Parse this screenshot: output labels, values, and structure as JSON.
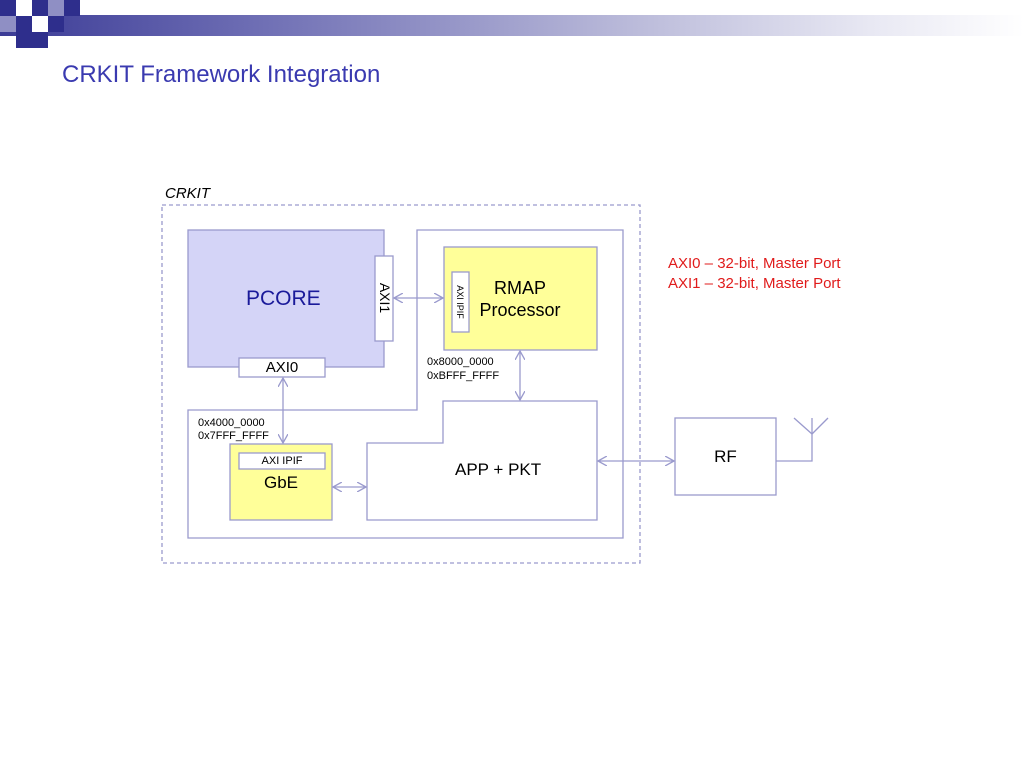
{
  "slide": {
    "title": "CRKIT Framework Integration"
  },
  "diagram": {
    "crkit_label": "CRKIT",
    "pcore_label": "PCORE",
    "axi0_label": "AXI0",
    "axi1_label": "AXI1",
    "rmap_label_line1": "RMAP",
    "rmap_label_line2": "Processor",
    "rmap_ipif_label": "AXI IPIF",
    "gbe_ipif_label": "AXI IPIF",
    "gbe_label": "GbE",
    "app_pkt_label": "APP + PKT",
    "rf_label": "RF",
    "addr_rmap_start": "0x8000_0000",
    "addr_rmap_end": "0xBFFF_FFFF",
    "addr_gbe_start": "0x4000_0000",
    "addr_gbe_end": "0x7FFF_FFFF"
  },
  "notes": {
    "axi0_note": "AXI0 – 32-bit, Master Port",
    "axi1_note": "AXI1 – 32-bit, Master Port"
  },
  "colors": {
    "title_blue": "#3a3ab0",
    "pcore_fill": "#d4d4f7",
    "block_yellow": "#ffff99",
    "line_lavender": "#9a9acd",
    "note_red": "#e01b1b"
  }
}
